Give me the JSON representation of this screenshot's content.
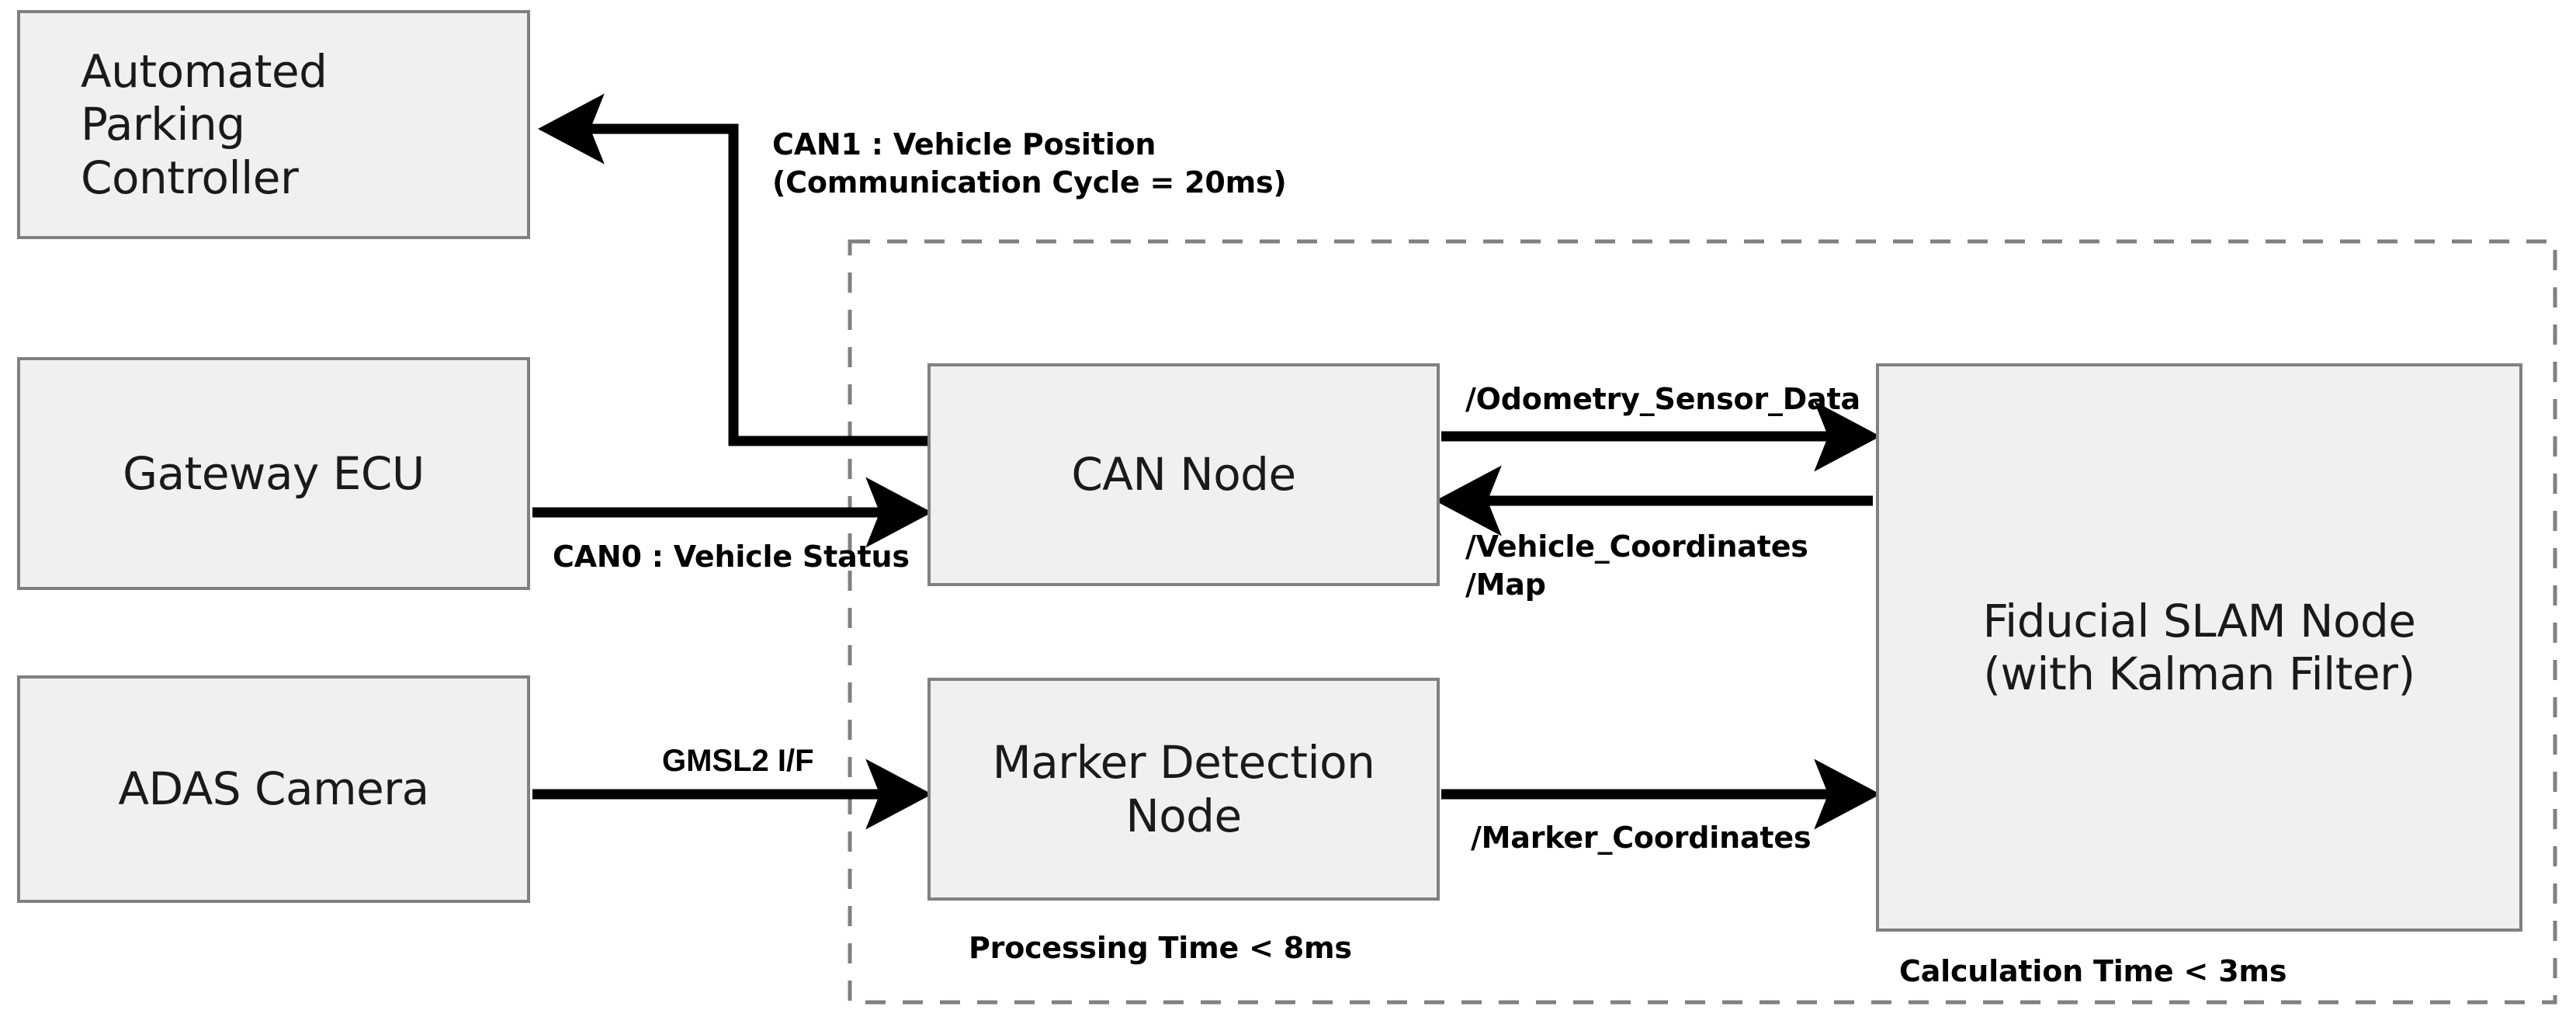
{
  "diagram": {
    "title_text_present": false,
    "colors": {
      "box_fill": "#f0f0f0",
      "box_border": "#808080",
      "arrow": "#000000",
      "dashed_boundary": "#808080",
      "text": "#1a1a1a"
    },
    "boundary": {
      "name": "system-boundary",
      "style": "dashed"
    },
    "nodes": [
      {
        "id": "automated-parking-controller",
        "label": "Automated\nParking\nController"
      },
      {
        "id": "gateway-ecu",
        "label": "Gateway ECU"
      },
      {
        "id": "adas-camera",
        "label": "ADAS Camera"
      },
      {
        "id": "can-node",
        "label": "CAN Node"
      },
      {
        "id": "marker-detection-node",
        "label": "Marker Detection\nNode"
      },
      {
        "id": "fiducial-slam-node",
        "label": "Fiducial SLAM Node\n(with Kalman Filter)"
      }
    ],
    "edge_labels": {
      "can1": "CAN1 : Vehicle Position\n(Communication Cycle = 20ms)",
      "can0": "CAN0 : Vehicle Status",
      "gmsl2": "GMSL2 I/F",
      "odometry": "/Odometry_Sensor_Data",
      "vehicle_coordinates": "/Vehicle_Coordinates\n/Map",
      "marker_coordinates": "/Marker_Coordinates"
    },
    "annotations": {
      "processing_time": "Processing Time < 8ms",
      "calculation_time": "Calculation Time < 3ms"
    }
  }
}
